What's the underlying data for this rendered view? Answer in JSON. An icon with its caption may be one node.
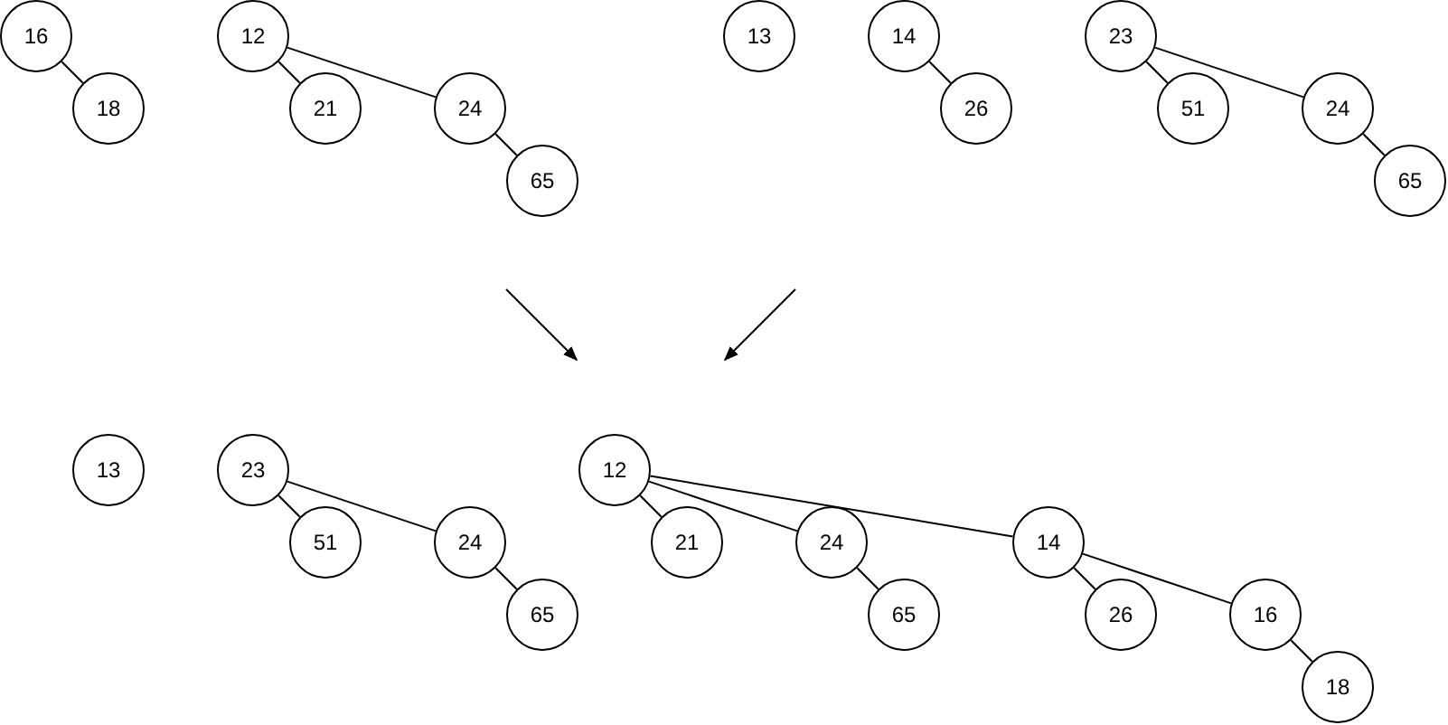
{
  "diagram": {
    "nodes": [
      {
        "text": [
          "16"
        ]
      },
      {
        "text": [
          "18"
        ]
      },
      {
        "text": [
          "12"
        ]
      },
      {
        "text": [
          "21"
        ]
      },
      {
        "text": [
          "24"
        ]
      },
      {
        "text": [
          "65"
        ]
      },
      {
        "text": [
          "13"
        ]
      },
      {
        "text": [
          "14"
        ]
      },
      {
        "text": [
          "26"
        ]
      },
      {
        "text": [
          "23"
        ]
      },
      {
        "text": [
          "51"
        ]
      },
      {
        "text": [
          "24"
        ]
      },
      {
        "text": [
          "65"
        ]
      },
      {
        "text": [
          "13"
        ]
      },
      {
        "text": [
          "23"
        ]
      },
      {
        "text": [
          "51"
        ]
      },
      {
        "text": [
          "24"
        ]
      },
      {
        "text": [
          "65"
        ]
      },
      {
        "text": [
          "12"
        ]
      },
      {
        "text": [
          "21"
        ]
      },
      {
        "text": [
          "24"
        ]
      },
      {
        "text": [
          "65"
        ]
      },
      {
        "text": [
          "14"
        ]
      },
      {
        "text": [
          "26"
        ]
      },
      {
        "text": [
          "16"
        ]
      },
      {
        "text": [
          "18"
        ]
      }
    ],
    "edges": [
      {
        "from": 0,
        "to": 1,
        "arrow": "none"
      },
      {
        "from": 2,
        "to": 3,
        "arrow": "none"
      },
      {
        "from": 2,
        "to": 4,
        "arrow": "none"
      },
      {
        "from": 4,
        "to": 5,
        "arrow": "none"
      },
      {
        "from": 7,
        "to": 8,
        "arrow": "none"
      },
      {
        "from": 9,
        "to": 10,
        "arrow": "none"
      },
      {
        "from": 9,
        "to": 11,
        "arrow": "none"
      },
      {
        "from": 11,
        "to": 12,
        "arrow": "none"
      },
      {
        "from": 14,
        "to": 15,
        "arrow": "none"
      },
      {
        "from": 14,
        "to": 16,
        "arrow": "none"
      },
      {
        "from": 16,
        "to": 17,
        "arrow": "none"
      },
      {
        "from": 18,
        "to": 19,
        "arrow": "none"
      },
      {
        "from": 18,
        "to": 20,
        "arrow": "none"
      },
      {
        "from": 18,
        "to": 22,
        "arrow": "none"
      },
      {
        "from": 20,
        "to": 21,
        "arrow": "none"
      },
      {
        "from": 22,
        "to": 23,
        "arrow": "none"
      },
      {
        "from": 22,
        "to": 24,
        "arrow": "none"
      },
      {
        "from": 24,
        "to": 25,
        "arrow": "none"
      }
    ]
  }
}
